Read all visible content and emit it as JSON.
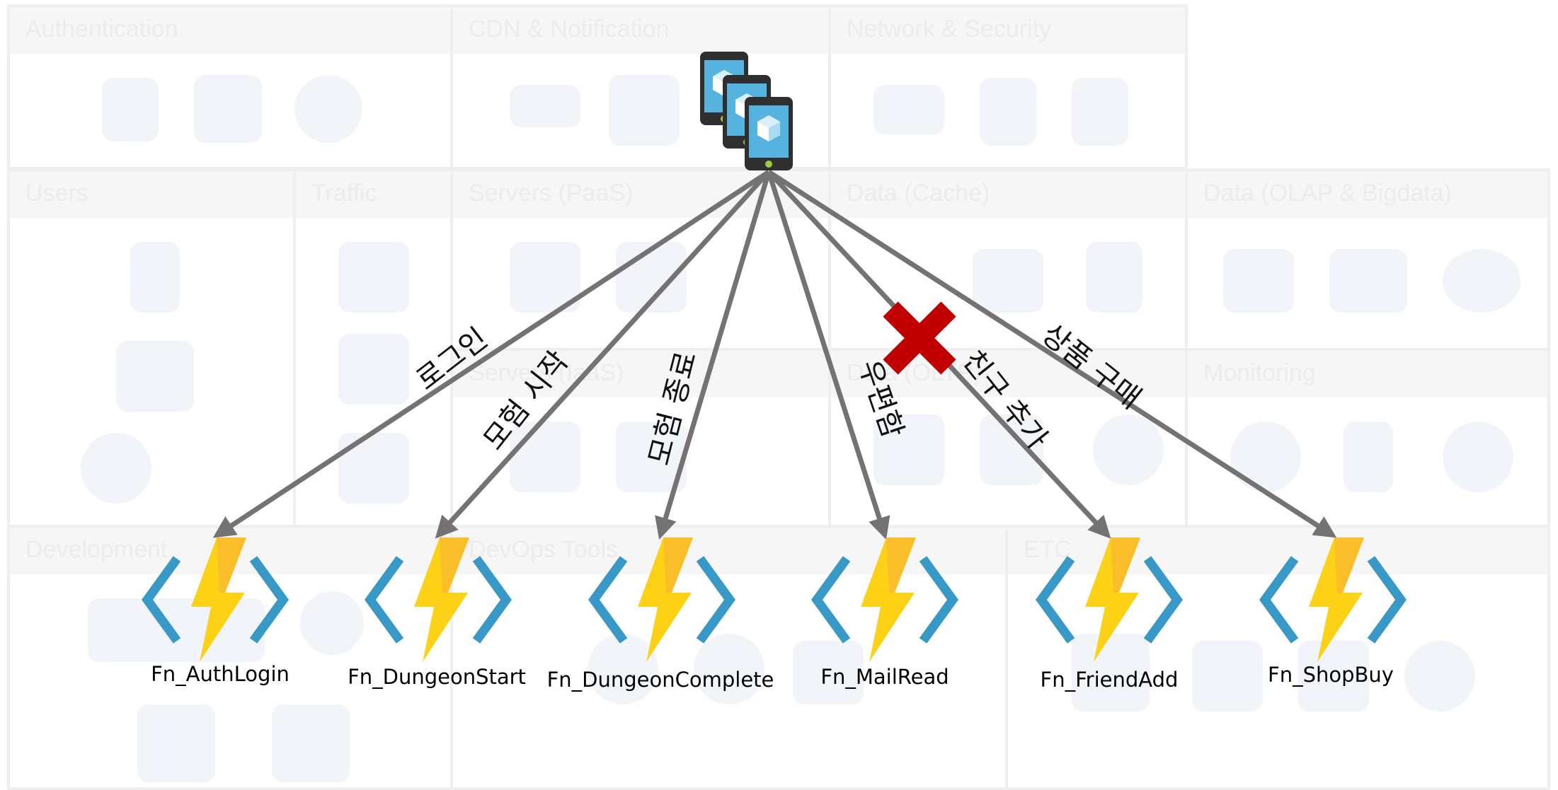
{
  "background": {
    "panels": [
      {
        "id": "authentication",
        "title": "Authentication"
      },
      {
        "id": "cdn",
        "title": "CDN & Notification"
      },
      {
        "id": "network",
        "title": "Network & Security"
      },
      {
        "id": "users",
        "title": "Users"
      },
      {
        "id": "traffic",
        "title": "Traffic"
      },
      {
        "id": "servers-paas",
        "title": "Servers (PaaS)"
      },
      {
        "id": "data-cache",
        "title": "Data (Cache)"
      },
      {
        "id": "data-olap",
        "title": "Data (OLAP & Bigdata)"
      },
      {
        "id": "servers-iaas",
        "title": "Servers (IaaS)"
      },
      {
        "id": "data-oltp",
        "title": "Data (OLTP)"
      },
      {
        "id": "monitoring",
        "title": "Monitoring"
      },
      {
        "id": "development",
        "title": "Development"
      },
      {
        "id": "devops",
        "title": "DevOps Tools"
      },
      {
        "id": "etc",
        "title": "ETC"
      }
    ]
  },
  "client": {
    "icon": "mobile-devices-icon"
  },
  "functions": [
    {
      "name": "Fn_AuthLogin",
      "edge_label": "로그인",
      "blocked": false,
      "icon": "azure-function-icon"
    },
    {
      "name": "Fn_DungeonStart",
      "edge_label": "모험 시작",
      "blocked": false,
      "icon": "azure-function-icon"
    },
    {
      "name": "Fn_DungeonComplete",
      "edge_label": "모험 종료",
      "blocked": false,
      "icon": "azure-function-icon"
    },
    {
      "name": "Fn_MailRead",
      "edge_label": "우편함",
      "blocked": false,
      "icon": "azure-function-icon"
    },
    {
      "name": "Fn_FriendAdd",
      "edge_label": "친구 추가",
      "blocked": true,
      "icon": "azure-function-icon"
    },
    {
      "name": "Fn_ShopBuy",
      "edge_label": "상품 구매",
      "blocked": false,
      "icon": "azure-function-icon"
    }
  ],
  "colors": {
    "arrow": "#747272",
    "blocked_mark": "#c00000",
    "bolt": "#fcd116",
    "bracket": "#3999c6",
    "phone_screen": "#56b3e0"
  }
}
